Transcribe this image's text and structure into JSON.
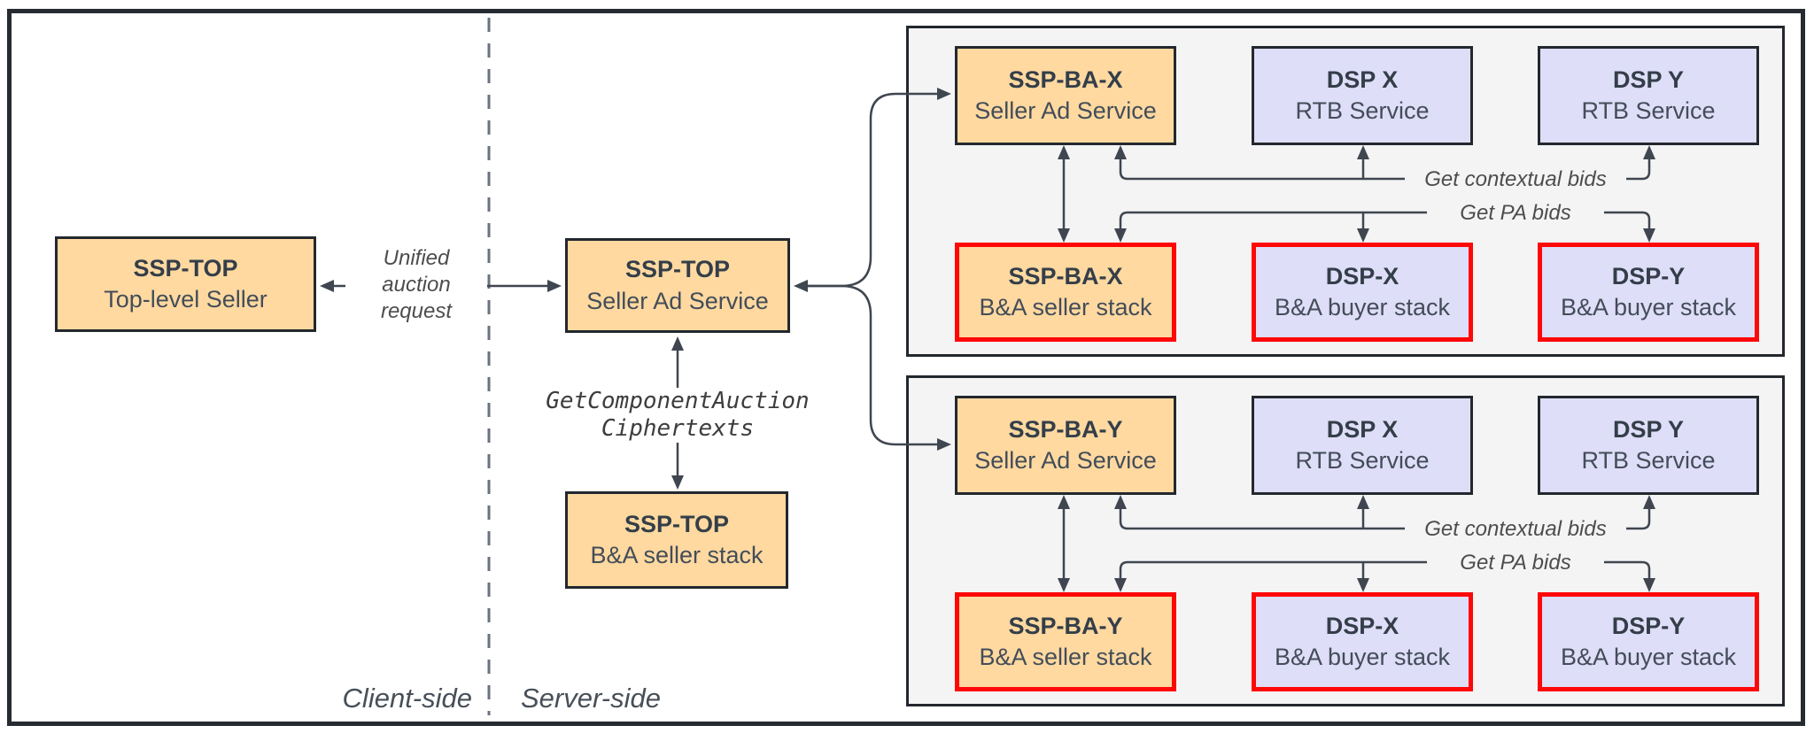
{
  "left": {
    "top_seller": {
      "title": "SSP-TOP",
      "subtitle": "Top-level Seller"
    },
    "seller_ad": {
      "title": "SSP-TOP",
      "subtitle": "Seller Ad Service"
    },
    "ba_stack": {
      "title": "SSP-TOP",
      "subtitle": "B&A seller stack"
    }
  },
  "labels": {
    "unified": [
      "Unified",
      "auction",
      "request"
    ],
    "get_component": [
      "GetComponentAuction",
      "Ciphertexts"
    ],
    "client_side": "Client-side",
    "server_side": "Server-side"
  },
  "panels": [
    {
      "id": "ssp-ba-x",
      "seller_ad": {
        "title": "SSP-BA-X",
        "subtitle": "Seller Ad Service"
      },
      "dsp_x_rtb": {
        "title": "DSP X",
        "subtitle": "RTB Service"
      },
      "dsp_y_rtb": {
        "title": "DSP Y",
        "subtitle": "RTB Service"
      },
      "ba_seller": {
        "title": "SSP-BA-X",
        "subtitle": "B&A seller stack"
      },
      "dsp_x_ba": {
        "title": "DSP-X",
        "subtitle": "B&A buyer stack"
      },
      "dsp_y_ba": {
        "title": "DSP-Y",
        "subtitle": "B&A buyer stack"
      },
      "contextual_label": "Get contextual bids",
      "pa_label": "Get PA bids"
    },
    {
      "id": "ssp-ba-y",
      "seller_ad": {
        "title": "SSP-BA-Y",
        "subtitle": "Seller Ad Service"
      },
      "dsp_x_rtb": {
        "title": "DSP X",
        "subtitle": "RTB Service"
      },
      "dsp_y_rtb": {
        "title": "DSP Y",
        "subtitle": "RTB Service"
      },
      "ba_seller": {
        "title": "SSP-BA-Y",
        "subtitle": "B&A seller stack"
      },
      "dsp_x_ba": {
        "title": "DSP-X",
        "subtitle": "B&A buyer stack"
      },
      "dsp_y_ba": {
        "title": "DSP-Y",
        "subtitle": "B&A buyer stack"
      },
      "contextual_label": "Get contextual bids",
      "pa_label": "Get PA bids"
    }
  ],
  "colors": {
    "box_orange": "#ffd9a0",
    "box_lavender": "#dedef8",
    "panel_gray": "#f4f4f5",
    "highlight_red": "#ff0707",
    "stroke_dark": "#23282e",
    "arrow": "#3f4650",
    "label_gray": "#4d4d4d"
  }
}
